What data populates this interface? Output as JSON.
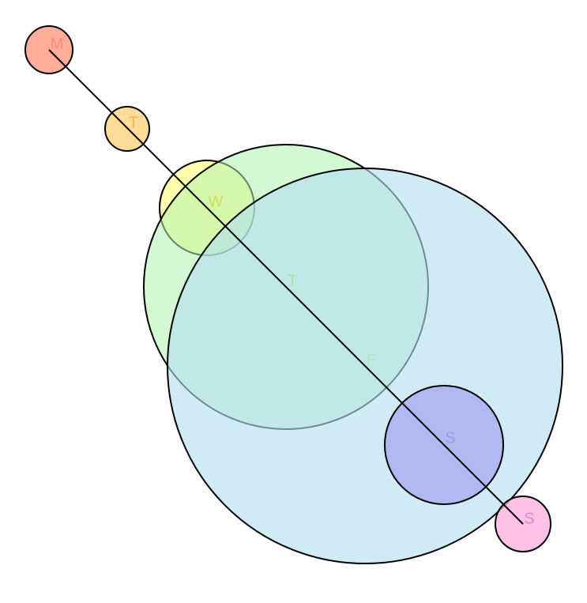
{
  "diagram": {
    "type": "bubble-chain",
    "bubbles": [
      {
        "label": "M",
        "fill": "#fe9a7f",
        "label_color": "#ff8c7a"
      },
      {
        "label": "T",
        "fill": "#fdd27f",
        "label_color": "#f5b05a"
      },
      {
        "label": "W",
        "fill": "#ffff80",
        "label_color": "#d4d850"
      },
      {
        "label": "T",
        "fill": "#b2f2b0",
        "label_color": "#a8e2a0"
      },
      {
        "label": "F",
        "fill": "#b3dff0",
        "label_color": "#a8e8c8"
      },
      {
        "label": "S",
        "fill": "#a8a8f0",
        "label_color": "#9c9ce4"
      },
      {
        "label": "S",
        "fill": "#ffb3e0",
        "label_color": "#dd88d0"
      }
    ],
    "connector_color": "#000000"
  }
}
